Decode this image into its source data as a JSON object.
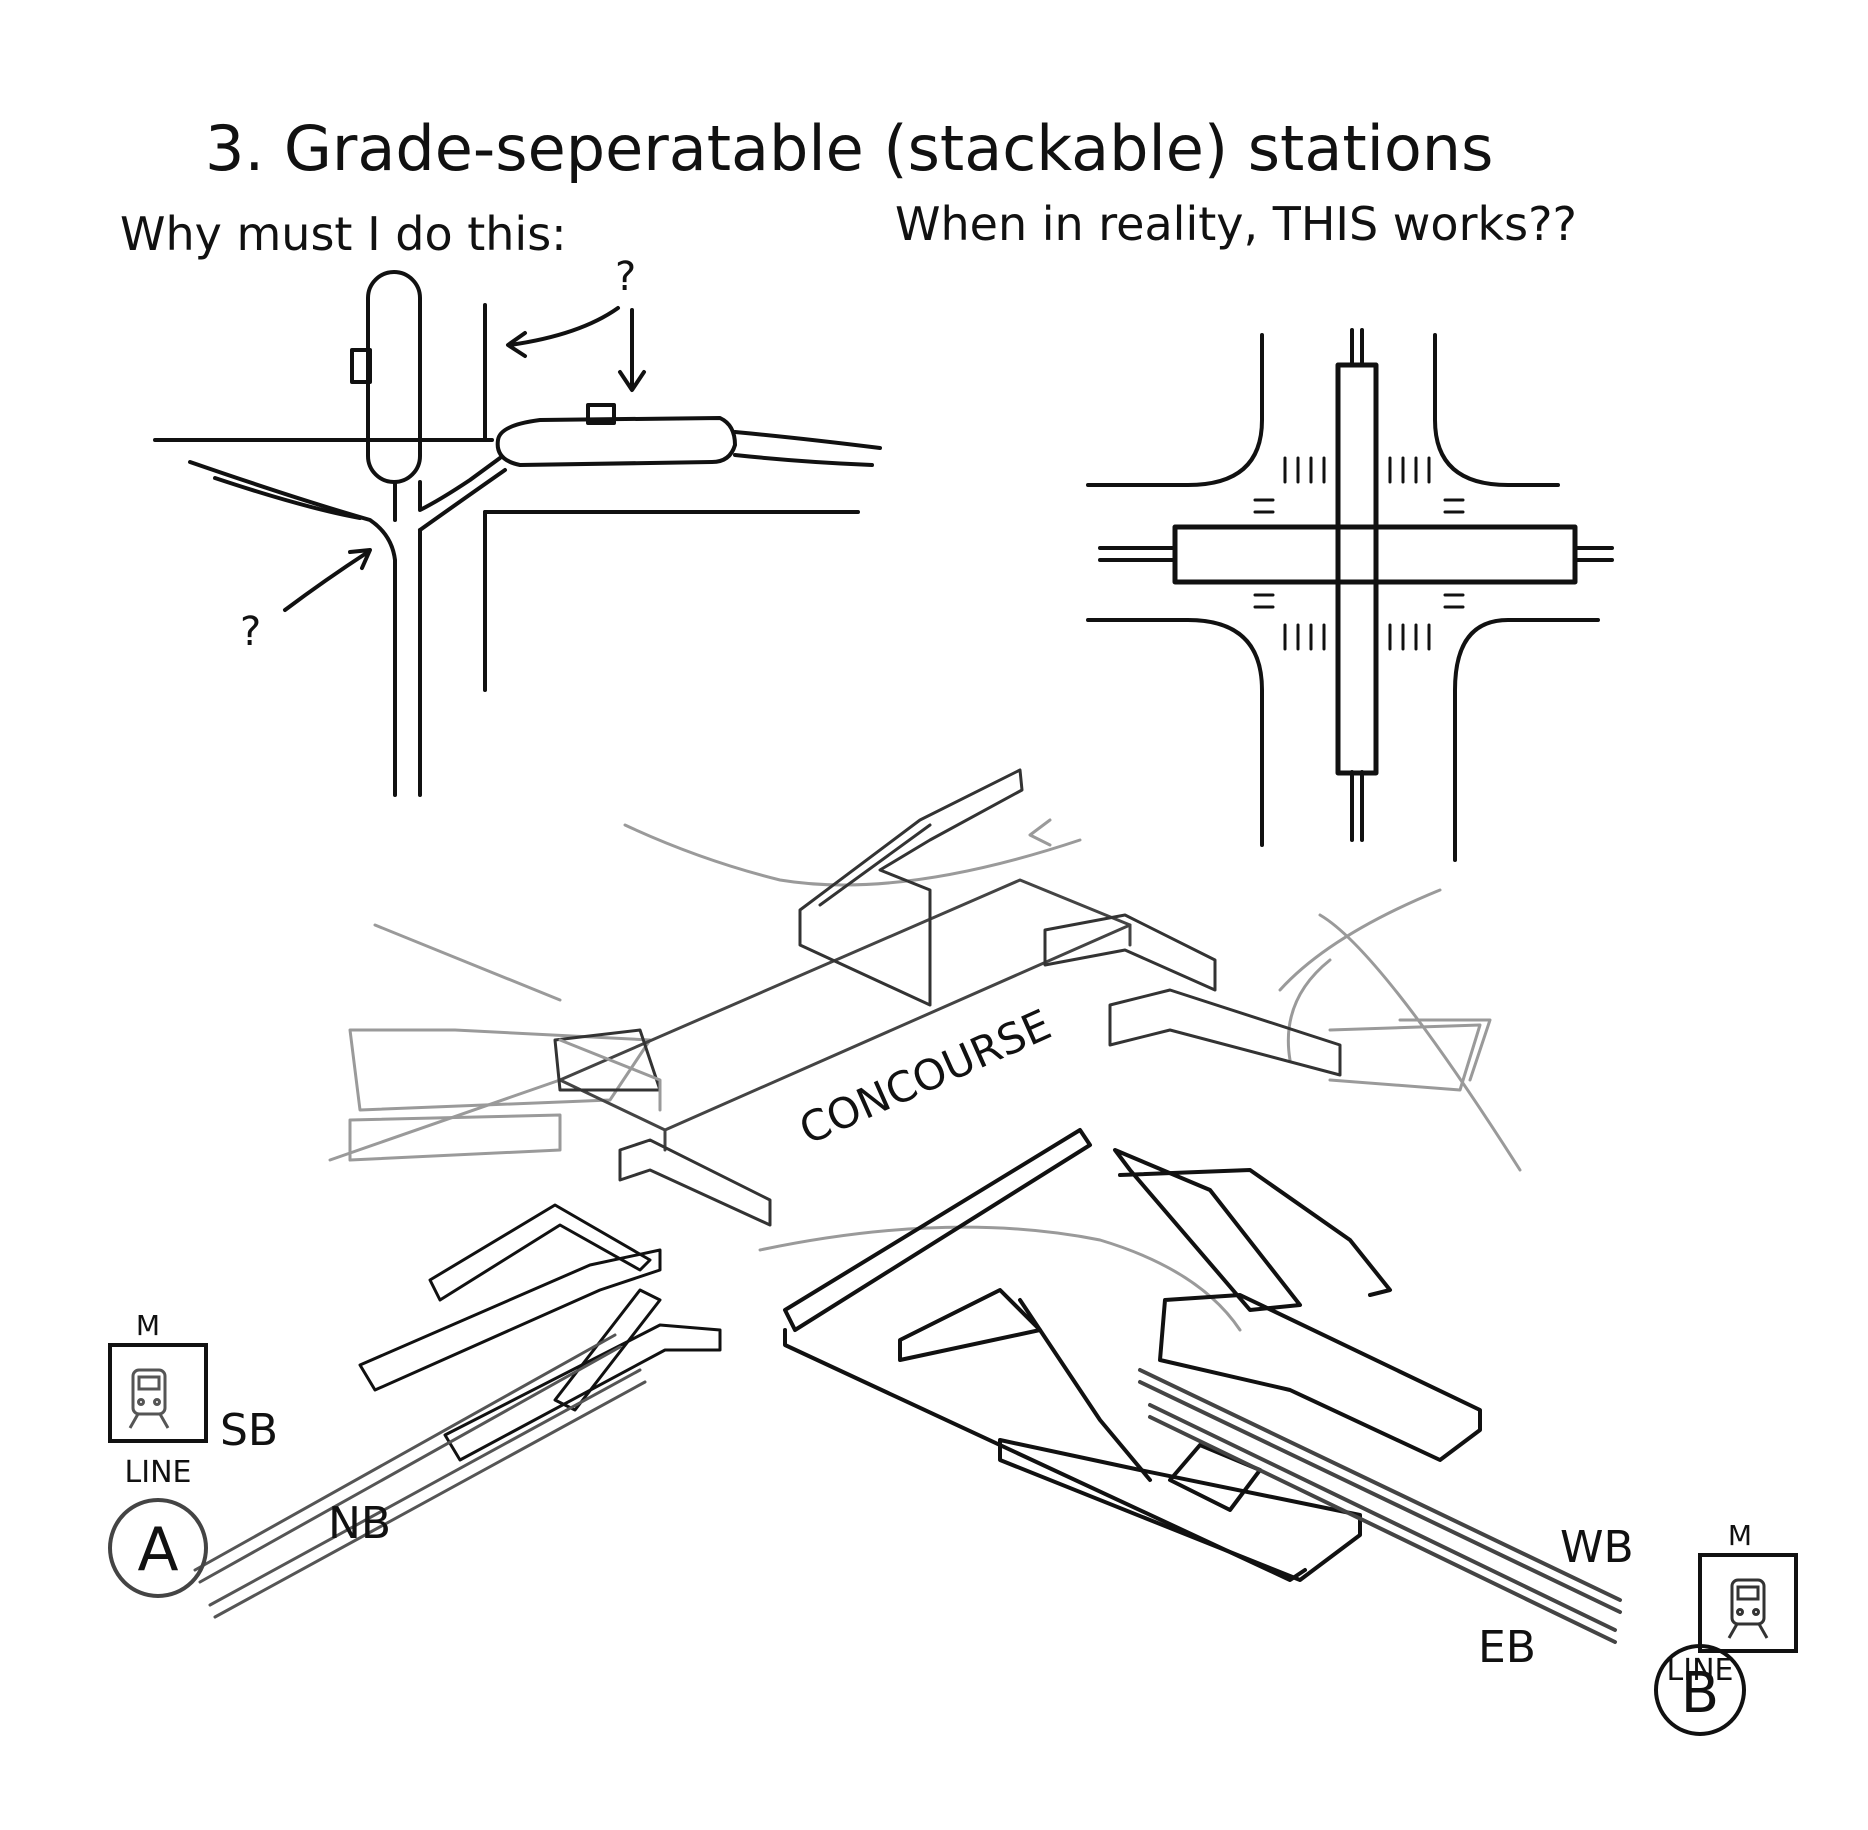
{
  "title": "3. Grade-seperatable (stackable) stations",
  "left_caption": "Why must I do this:",
  "right_caption": "When in reality, THIS works??",
  "question_mark_1": "?",
  "question_mark_2": "?",
  "concourse_label": "CONCOURSE",
  "line_a": {
    "metro_letter": "M",
    "line_word": "LINE",
    "letter": "A",
    "dir_upper": "SB",
    "dir_lower": "NB"
  },
  "line_b": {
    "metro_letter": "M",
    "line_word": "LINE",
    "letter": "B",
    "dir_upper": "WB",
    "dir_lower": "EB"
  }
}
